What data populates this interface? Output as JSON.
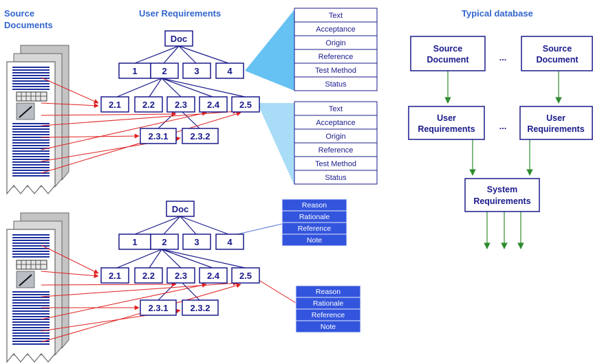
{
  "headings": {
    "source_documents": [
      "Source",
      "Documents"
    ],
    "user_requirements": "User Requirements",
    "typical_database": "Typical database"
  },
  "tree": {
    "root": "Doc",
    "level1": [
      "1",
      "2",
      "3",
      "4"
    ],
    "level2": [
      "2.1",
      "2.2",
      "2.3",
      "2.4",
      "2.5"
    ],
    "level3": [
      "2.3.1",
      "2.3.2"
    ]
  },
  "attribute_lists": {
    "upper": [
      "Text",
      "Acceptance",
      "Origin",
      "Reference",
      "Test Method",
      "Status"
    ],
    "lower": [
      "Reason",
      "Rationale",
      "Reference",
      "Note"
    ]
  },
  "database": {
    "source_document": [
      "Source",
      "Document"
    ],
    "user_requirements": [
      "User",
      "Requirements"
    ],
    "system_requirements": [
      "System",
      "Requirements"
    ],
    "ellipsis": "..."
  },
  "colors": {
    "heading": "#3366cc",
    "node_text": "#1a1a8c",
    "node_border": "#1a1a8c",
    "trace_arrow": "#e02020",
    "db_arrow": "#2e8b2e",
    "callout_fill": "#66c2f2",
    "blue_list": "#3355dd"
  }
}
